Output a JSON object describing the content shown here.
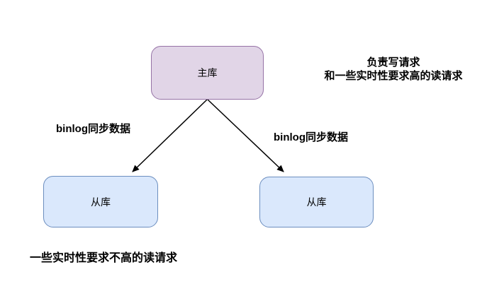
{
  "diagram": {
    "nodes": {
      "master": {
        "label": "主库"
      },
      "slave_left": {
        "label": "从库"
      },
      "slave_right": {
        "label": "从库"
      }
    },
    "labels": {
      "write_note_line1": "负责写请求",
      "write_note_line2": "和一些实时性要求高的读请求",
      "binlog_left": "binlog同步数据",
      "binlog_right": "binlog同步数据",
      "read_note": "一些实时性要求不高的读请求"
    },
    "edges": [
      {
        "name": "master-to-slave-left"
      },
      {
        "name": "master-to-slave-right"
      }
    ],
    "colors": {
      "master_fill": "#e1d5e7",
      "master_border": "#9673a6",
      "slave_fill": "#dae8fc",
      "slave_border": "#6c8ebf",
      "arrow": "#000000",
      "text": "#000000",
      "background": "#ffffff"
    }
  }
}
